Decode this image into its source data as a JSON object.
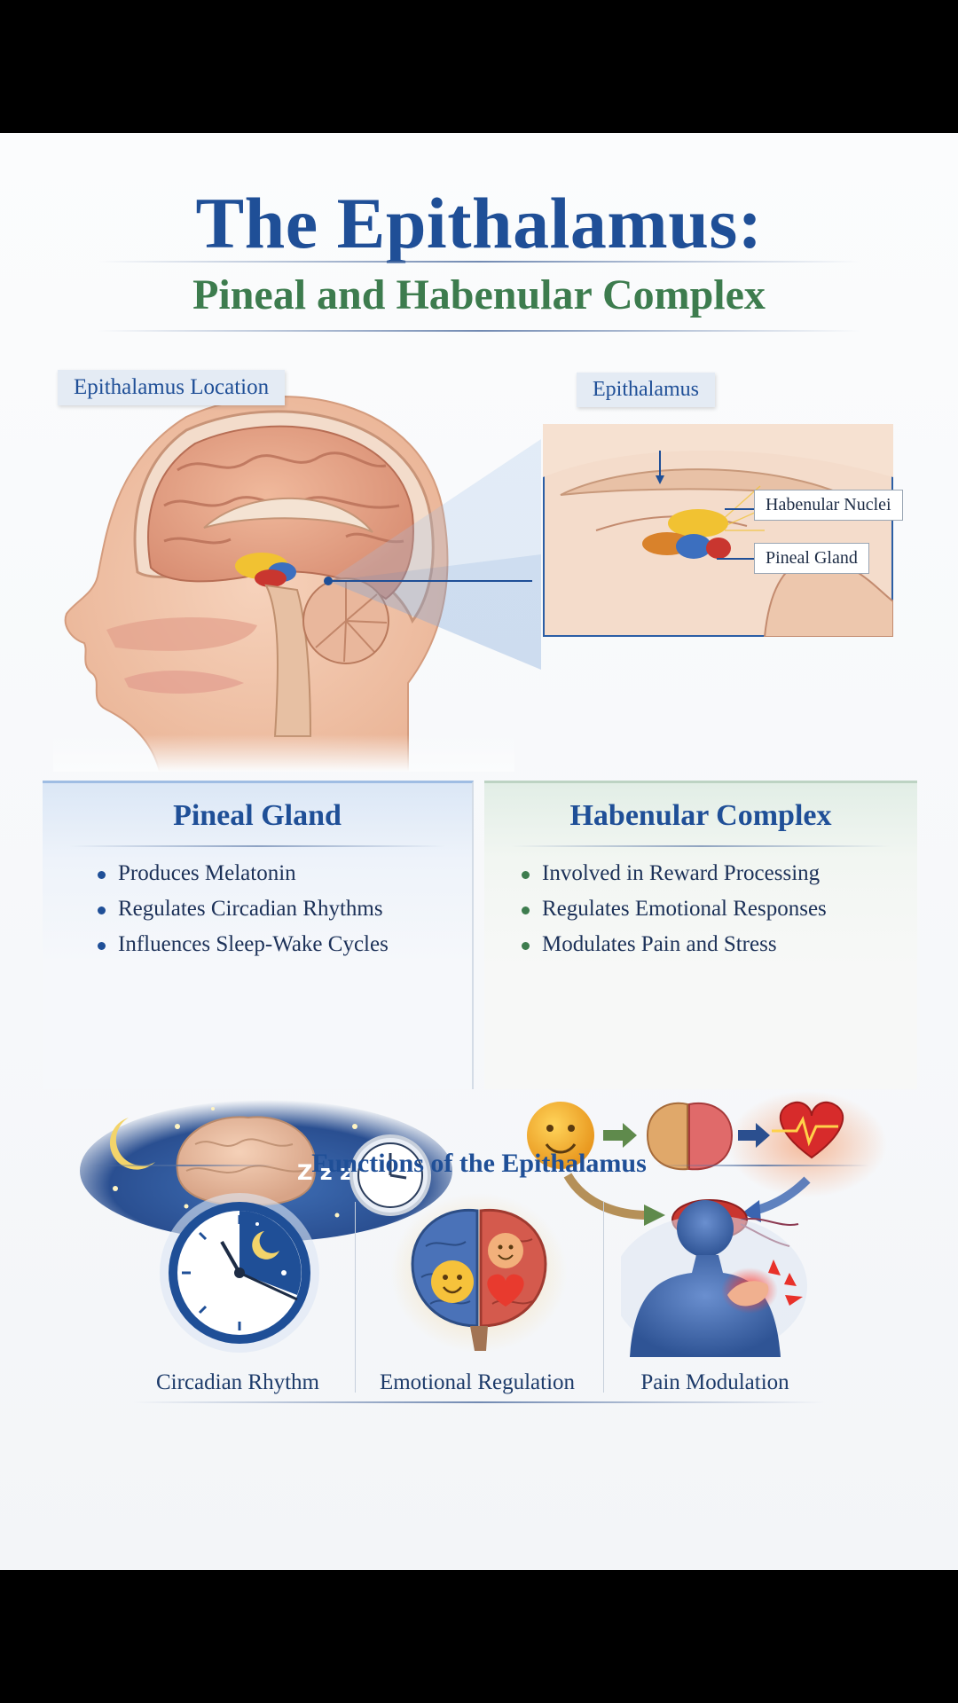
{
  "header": {
    "title": "The Epithalamus:",
    "subtitle": "Pineal and Habenular Complex"
  },
  "location": {
    "label": "Epithalamus Location",
    "inset_label": "Epithalamus",
    "callouts": [
      "Habenular Nuclei",
      "Pineal Gland"
    ]
  },
  "pineal_panel": {
    "title": "Pineal Gland",
    "bullets": [
      "Produces Melatonin",
      "Regulates Circadian Rhythms",
      "Influences Sleep-Wake Cycles"
    ],
    "sleep_glyph": "Z z z"
  },
  "habenular_panel": {
    "title": "Habenular Complex",
    "bullets": [
      "Involved in Reward Processing",
      "Regulates Emotional Responses",
      "Modulates Pain and Stress"
    ]
  },
  "functions": {
    "title": "Functions of the Epithalamus",
    "items": [
      {
        "label": "Circadian Rhythm",
        "icon": "clock-moon-icon"
      },
      {
        "label": "Emotional Regulation",
        "icon": "brain-emotion-icon"
      },
      {
        "label": "Pain Modulation",
        "icon": "body-pain-icon"
      }
    ]
  },
  "colors": {
    "title_blue": "#1f4f97",
    "subtitle_green": "#3d7c4e",
    "pineal": "#c9362f",
    "habenula": "#f1c232"
  }
}
